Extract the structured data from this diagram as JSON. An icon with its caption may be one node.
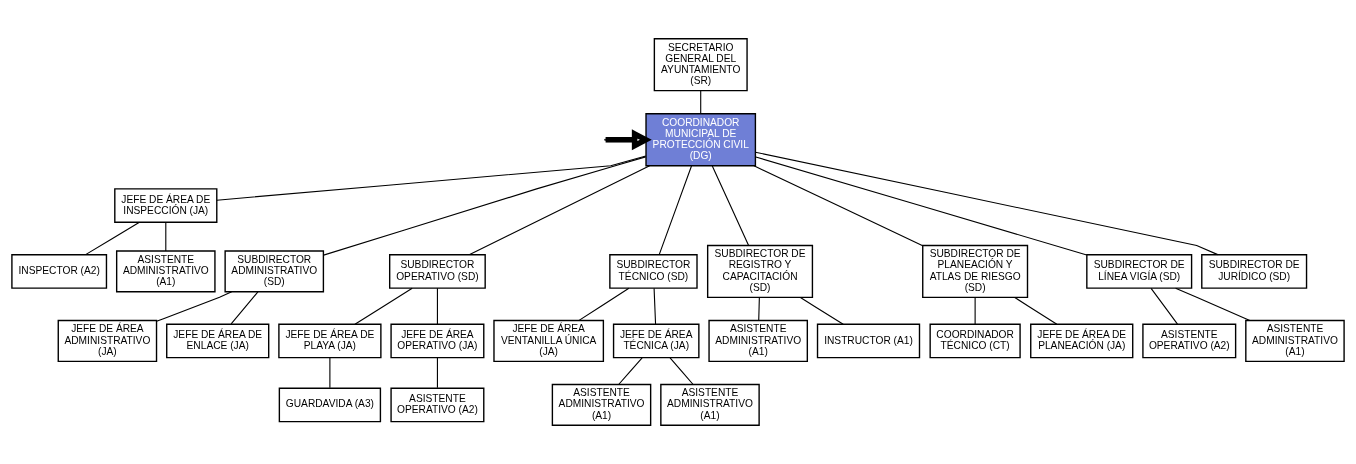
{
  "diagram": {
    "nodes": [
      {
        "text": [
          "SECRETARIO GENERAL DEL AYUNTAMIENTO (SR)"
        ]
      },
      {
        "text": [
          "COORDINADOR MUNICIPAL DE PROTECCIÓN CIVIL (DG)"
        ]
      },
      {
        "text": [
          "JEFE DE ÁREA DE INSPECCIÓN (JA)"
        ]
      },
      {
        "text": [
          "INSPECTOR (A2)"
        ]
      },
      {
        "text": [
          "ASISTENTE ADMINISTRATIVO (A1)"
        ]
      },
      {
        "text": [
          "SUBDIRECTOR ADMINISTRATIVO (SD)"
        ]
      },
      {
        "text": [
          "SUBDIRECTOR OPERATIVO (SD)"
        ]
      },
      {
        "text": [
          "SUBDIRECTOR TÉCNICO (SD)"
        ]
      },
      {
        "text": [
          "SUBDIRECTOR DE REGISTRO Y CAPACITACIÓN (SD)"
        ]
      },
      {
        "text": [
          "SUBDIRECTOR DE PLANEACIÓN Y ATLAS DE RIESGO (SD)"
        ]
      },
      {
        "text": [
          "SUBDIRECTOR DE LÍNEA VIGÍA (SD)"
        ]
      },
      {
        "text": [
          "SUBDIRECTOR DE JURÍDICO (SD)"
        ]
      },
      {
        "text": [
          "JEFE DE ÁREA ADMINISTRATIVO (JA)"
        ]
      },
      {
        "text": [
          "JEFE DE ÁREA DE ENLACE (JA)"
        ]
      },
      {
        "text": [
          "JEFE DE ÁREA DE PLAYA (JA)"
        ]
      },
      {
        "text": [
          "JEFE DE ÁREA OPERATIVO (JA)"
        ]
      },
      {
        "text": [
          "GUARDAVIDA (A3)"
        ]
      },
      {
        "text": [
          "ASISTENTE OPERATIVO (A2)"
        ]
      },
      {
        "text": [
          "JEFE DE ÁREA VENTANILLA ÚNICA (JA)"
        ]
      },
      {
        "text": [
          "JEFE DE ÁREA TÉCNICA (JA)"
        ]
      },
      {
        "text": [
          "ASISTENTE ADMINISTRATIVO (A1)"
        ]
      },
      {
        "text": [
          "ASISTENTE ADMINISTRATIVO (A1)"
        ]
      },
      {
        "text": [
          "ASISTENTE ADMINISTRATIVO (A1)"
        ]
      },
      {
        "text": [
          "INSTRUCTOR (A1)"
        ]
      },
      {
        "text": [
          "COORDINADOR TÉCNICO (CT)"
        ]
      },
      {
        "text": [
          "JEFE DE ÁREA DE PLANEACIÓN (JA)"
        ]
      },
      {
        "text": [
          "ASISTENTE OPERATIVO (A2)"
        ]
      },
      {
        "text": [
          "ASISTENTE ADMINISTRATIVO (A1)"
        ]
      }
    ],
    "edges": [
      {
        "from": null,
        "to": 1,
        "arrow": "to",
        "style": "thick"
      },
      {
        "from": 0,
        "to": 1,
        "arrow": "none"
      },
      {
        "from": 1,
        "to": 2,
        "arrow": "none"
      },
      {
        "from": 2,
        "to": 3,
        "arrow": "none"
      },
      {
        "from": 2,
        "to": 4,
        "arrow": "none"
      },
      {
        "from": 1,
        "to": 5,
        "arrow": "none"
      },
      {
        "from": 1,
        "to": 6,
        "arrow": "none"
      },
      {
        "from": 1,
        "to": 7,
        "arrow": "none"
      },
      {
        "from": 1,
        "to": 8,
        "arrow": "none"
      },
      {
        "from": 1,
        "to": 9,
        "arrow": "none"
      },
      {
        "from": 1,
        "to": 10,
        "arrow": "none"
      },
      {
        "from": 1,
        "to": 11,
        "arrow": "none"
      },
      {
        "from": 5,
        "to": 12,
        "arrow": "none"
      },
      {
        "from": 5,
        "to": 13,
        "arrow": "none"
      },
      {
        "from": 6,
        "to": 14,
        "arrow": "none"
      },
      {
        "from": 6,
        "to": 15,
        "arrow": "none"
      },
      {
        "from": 14,
        "to": 16,
        "arrow": "none"
      },
      {
        "from": 15,
        "to": 17,
        "arrow": "none"
      },
      {
        "from": 7,
        "to": 18,
        "arrow": "none"
      },
      {
        "from": 7,
        "to": 19,
        "arrow": "none"
      },
      {
        "from": 19,
        "to": 20,
        "arrow": "none"
      },
      {
        "from": 19,
        "to": 21,
        "arrow": "none"
      },
      {
        "from": 8,
        "to": 22,
        "arrow": "none"
      },
      {
        "from": 8,
        "to": 23,
        "arrow": "none"
      },
      {
        "from": 9,
        "to": 24,
        "arrow": "none"
      },
      {
        "from": 9,
        "to": 25,
        "arrow": "none"
      },
      {
        "from": 10,
        "to": 26,
        "arrow": "none"
      },
      {
        "from": 10,
        "to": 27,
        "arrow": "none"
      }
    ]
  }
}
